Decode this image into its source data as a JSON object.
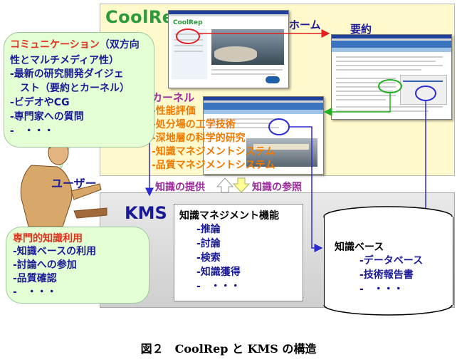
{
  "coolrep": {
    "logo": "CoolRep",
    "home_label": "ホーム",
    "summary_label": "要約",
    "kernel_title": "カーネル",
    "kernel_items": [
      "-性能評価",
      "-処分場の工学技術",
      "-深地層の科学的研究",
      "-知識マネジメントシステム",
      "-品質マネジメントシステム"
    ]
  },
  "user_bubble": {
    "title": "コミュニケーション",
    "title_tail": "（双方向",
    "line2": "性とマルチメディア性）",
    "items": [
      "-最新の研究開発ダイジェ",
      "　スト（要約とカーネル）",
      "-ビデオやCG",
      "-専門家への質問",
      "-　・・・"
    ]
  },
  "user_label": "ユーザー",
  "expert_bubble": {
    "title": "専門的知識利用",
    "items": [
      "-知識ベースの利用",
      "-討論への参加",
      "-品質確認",
      "-　・・・"
    ]
  },
  "flow": {
    "provide": "知識の提供",
    "refer": "知識の参照"
  },
  "kms": {
    "logo": "KMS",
    "func_title": "知識マネジメント機能",
    "func_items": [
      "-推論",
      "-討論",
      "-検索",
      "-知識獲得",
      "-　・・・"
    ]
  },
  "knowledge_base": {
    "title": "知識ベース",
    "items": [
      "-データベース",
      "-技術報告書",
      "-　・・・"
    ]
  },
  "caption": "図２　CoolRep と KMS の構造",
  "colors": {
    "coolrep_bg": "#fff9cc",
    "bubble_bg": "#e4ffd4",
    "kernel_orange": "#f07a00",
    "text_blue": "#1a1a99",
    "title_red": "#e0301e",
    "arrow_red": "#e02020",
    "arrow_green": "#20b020",
    "link_blue": "#2a2ad0"
  }
}
